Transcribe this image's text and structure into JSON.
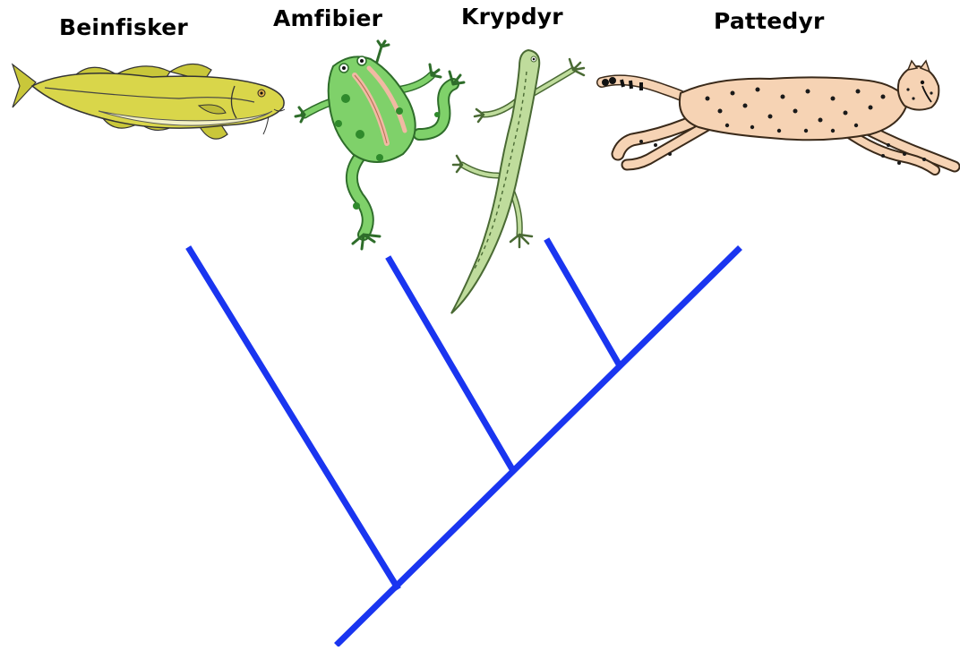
{
  "taxa": [
    {
      "id": "fish",
      "label": "Beinfisker",
      "icon": "fish-illustration"
    },
    {
      "id": "amph",
      "label": "Amfibier",
      "icon": "frog-illustration"
    },
    {
      "id": "rept",
      "label": "Krypdyr",
      "icon": "lizard-illustration"
    },
    {
      "id": "mamm",
      "label": "Pattedyr",
      "icon": "cheetah-illustration"
    }
  ],
  "tree": {
    "branch_color": "#1a35f0",
    "topology": "((((Pattedyr,Krypdyr),Amfibier),Beinfisker))"
  },
  "colors": {
    "fish_body": "#d9d64a",
    "fish_belly": "#f3f1c6",
    "frog_body": "#7fd16a",
    "frog_spots": "#2f8a2c",
    "frog_stripe": "#f1b9a3",
    "lizard_body": "#bfdc9c",
    "cheetah_body": "#f6d3b4",
    "cheetah_spots": "#1a1a1a"
  }
}
